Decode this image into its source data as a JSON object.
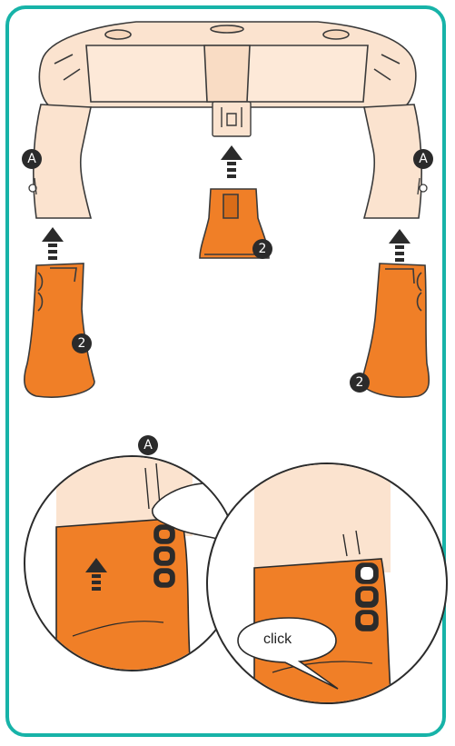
{
  "diagram": {
    "frame_color": "#17b3a8",
    "part_color": "#f07f27",
    "body_color": "#fbe3cf",
    "marker_color": "#2b2b2b",
    "labels": {
      "marker_a": "A",
      "marker_2": "2",
      "click_bubble": "click"
    },
    "steps": [
      {
        "marker": "A",
        "description": "leg clip"
      },
      {
        "marker": "2",
        "description": "orange leg cover"
      }
    ]
  }
}
